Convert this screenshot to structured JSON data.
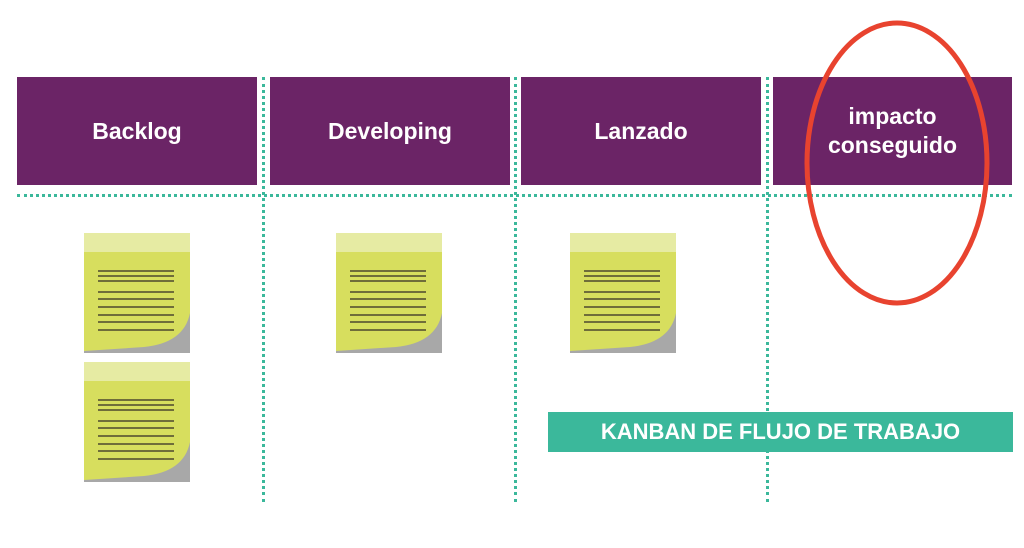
{
  "columns": [
    {
      "title": "Backlog"
    },
    {
      "title": "Developing"
    },
    {
      "title": "Lanzado"
    },
    {
      "title": "impacto conseguido"
    }
  ],
  "banner": "KANBAN DE FLUJO DE TRABAJO",
  "colors": {
    "header": "#6b2466",
    "divider": "#3bb89b",
    "note": "#d7de5e",
    "highlight": "#e8432f"
  }
}
